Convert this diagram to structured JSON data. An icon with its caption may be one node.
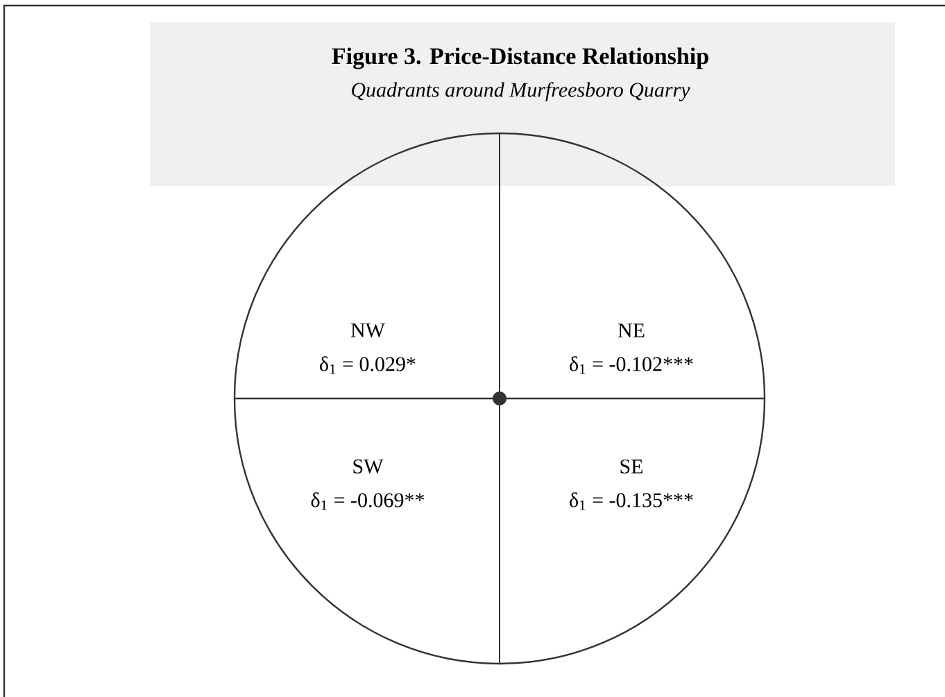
{
  "diagram": {
    "title": "Figure 3.  Price-Distance Relationship",
    "caption": "Quadrants around Murfreesboro Quarry",
    "labels": [
      "NW",
      "NE",
      "δ$_{1}$ = 0.029*",
      "δ$_{1}$ = -0.102***",
      "SW",
      "SE",
      "δ$_{1}$ = -0.069**",
      "δ$_{1}$ = -0.135***"
    ]
  }
}
